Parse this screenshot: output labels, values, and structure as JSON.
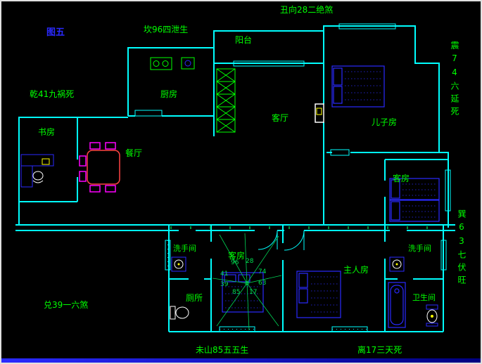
{
  "colors": {
    "background": "#000000",
    "wall": "#00ffff",
    "room_text": "#00ff00",
    "figure_text": "#2a2aff",
    "furniture_blue": "#2a2aff",
    "dining_table_red": "#ff4444",
    "dining_chair_magenta": "#ff00ff",
    "door_white": "#ffffff",
    "door_yellow": "#ffff00",
    "bottom_bar_blue": "#2a2aff"
  },
  "labels": {
    "figure": "图五",
    "fs_top": "丑向28二绝煞",
    "fs_top_left": "坎96四泄生",
    "fs_left_upper": "乾41九祸死",
    "fs_left_lower": "兑39一六煞",
    "fs_right_upper": "震74六延死",
    "fs_right_lower": "巽63七伏旺",
    "fs_bottom_left": "未山85五五生",
    "fs_bottom_right": "离17三天死"
  },
  "rooms": {
    "balcony": "阳台",
    "kitchen": "厨房",
    "living_room": "客厅",
    "son_room": "儿子房",
    "study": "书房",
    "dining_room": "餐厅",
    "guest_room_right": "客房",
    "guest_room_center": "客房",
    "washroom_left": "洗手间",
    "washroom_right": "洗手间",
    "toilet": "厕所",
    "master_room": "主人房",
    "bathroom": "卫生间"
  },
  "compass": {
    "numbers": [
      "96",
      "28",
      "41",
      "74",
      "39",
      "63",
      "85",
      "17"
    ]
  }
}
